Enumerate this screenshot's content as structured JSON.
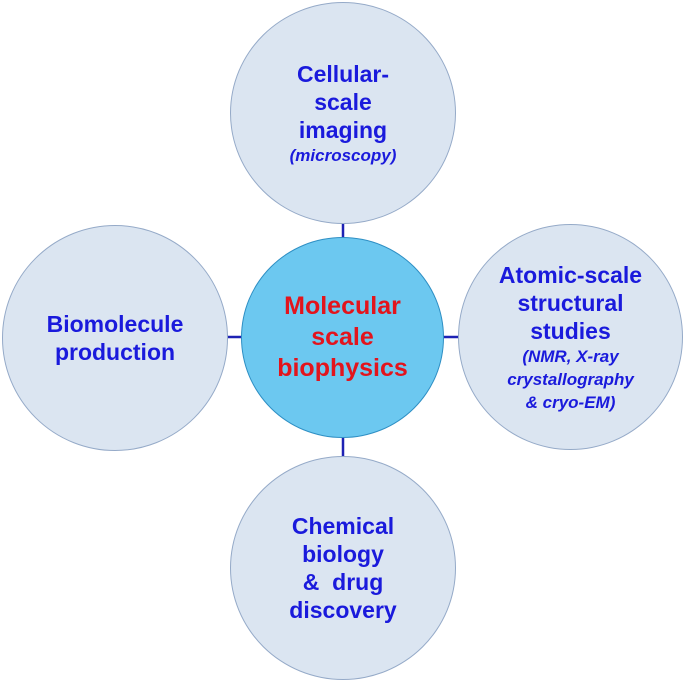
{
  "center": {
    "lines": [
      "Molecular",
      "scale",
      "biophysics"
    ],
    "fill": "#6cc8f0",
    "text_color": "#e3141c"
  },
  "top": {
    "lines": [
      "Cellular-",
      "scale",
      "imaging"
    ],
    "sub_lines": [
      "(microscopy)"
    ]
  },
  "left": {
    "lines": [
      "Biomolecule",
      "production"
    ],
    "sub_lines": []
  },
  "right": {
    "lines": [
      "Atomic-scale",
      "structural",
      "studies"
    ],
    "sub_lines": [
      "(NMR, X-ray",
      "crystallography",
      "& cryo-EM)"
    ]
  },
  "bottom": {
    "lines": [
      "Chemical",
      "biology",
      "&  drug",
      "discovery"
    ],
    "sub_lines": []
  },
  "colors": {
    "outer_fill": "#dbe5f1",
    "outer_text": "#1a1adc",
    "arrow": "#1e22b4"
  },
  "arrows": [
    "center-top",
    "center-left",
    "center-right",
    "center-bottom"
  ]
}
